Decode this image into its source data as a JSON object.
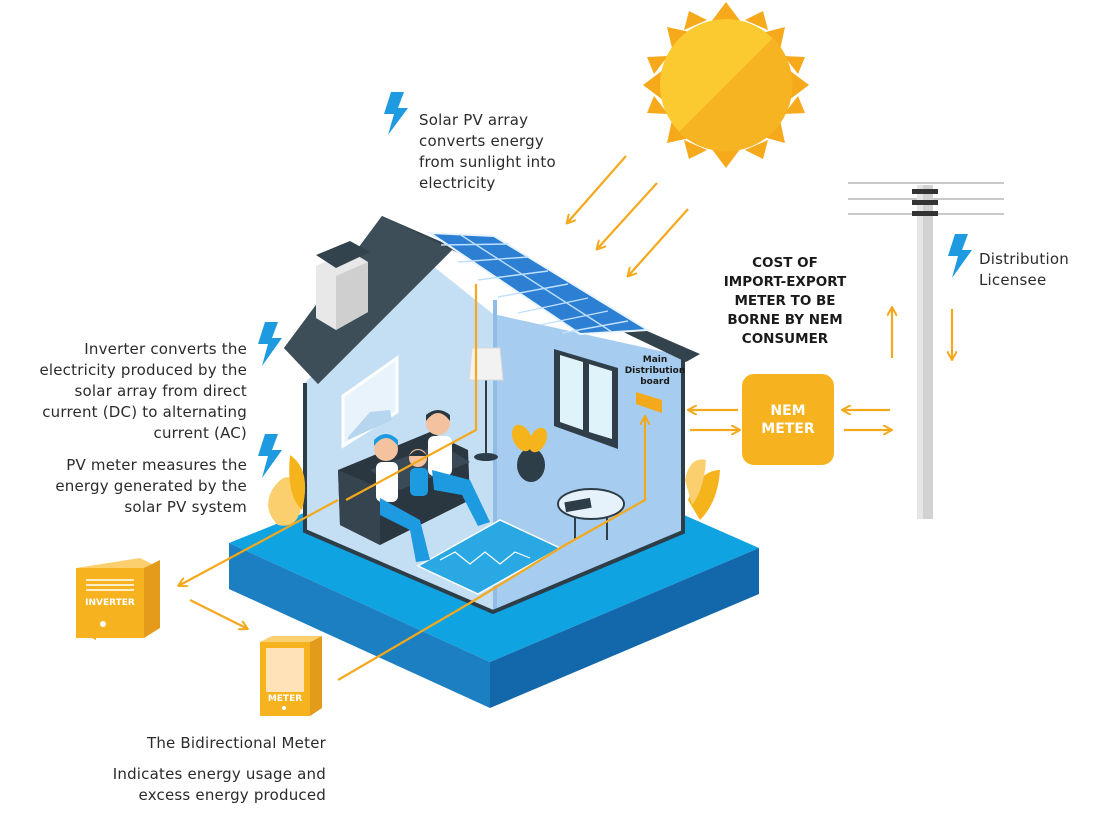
{
  "labels": {
    "solar_pv": [
      "Solar PV array",
      "converts energy",
      "from sunlight into",
      "electricity"
    ],
    "inverter": [
      "Inverter converts the",
      "electricity produced by the",
      "solar array from direct",
      "current (DC) to alternating",
      "current (AC)"
    ],
    "pv_meter": [
      "PV meter measures the",
      "energy generated by the",
      "solar PV system"
    ],
    "bidirectional_title": "The Bidirectional Meter",
    "bidirectional_desc": [
      "Indicates energy usage and",
      "excess energy produced"
    ],
    "distribution": [
      "Distribution",
      "Licensee"
    ],
    "cost_note": [
      "COST OF",
      "IMPORT-EXPORT",
      "METER TO BE",
      "BORNE BY NEM",
      "CONSUMER"
    ],
    "nem_meter": "NEM METER",
    "main_board": [
      "Main",
      "Distribution",
      "board"
    ],
    "inverter_device": "INVERTER",
    "meter_device": "METER"
  },
  "colors": {
    "accent_orange": "#f7b220",
    "bolt_blue": "#1e9be0",
    "base_blue": "#14a1e0",
    "roof": "#33434d",
    "wall": "#bcd9f2"
  },
  "icons": [
    "lightning-bolt-icon",
    "sun-icon",
    "arrow-icon"
  ]
}
